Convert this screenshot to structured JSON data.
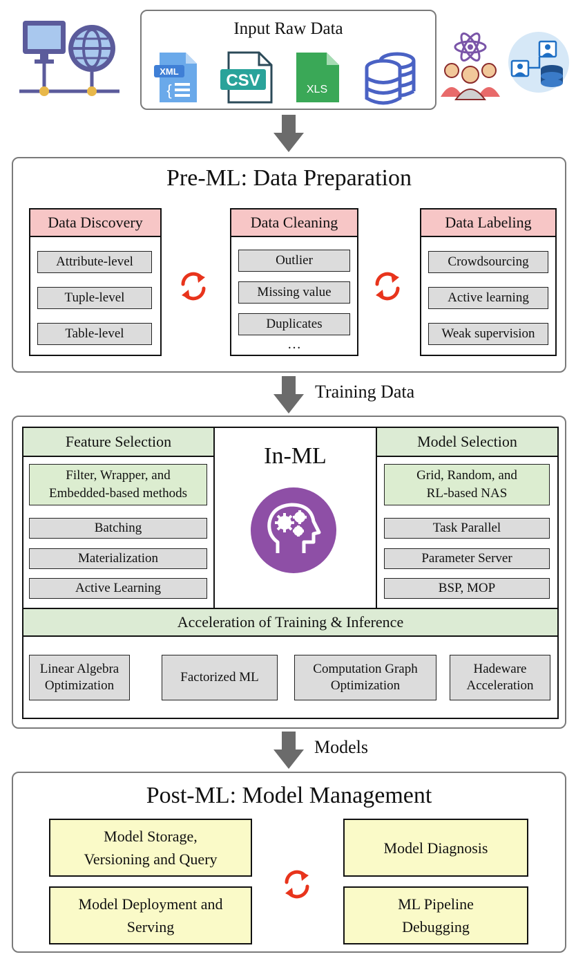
{
  "input": {
    "title": "Input Raw Data",
    "files": [
      {
        "name": "xml-file-icon",
        "label": "XML"
      },
      {
        "name": "csv-file-icon",
        "label": "CSV"
      },
      {
        "name": "xls-file-icon",
        "label": "XLS"
      },
      {
        "name": "database-icon",
        "label": ""
      }
    ]
  },
  "pre_ml": {
    "title": "Pre-ML: Data Preparation",
    "discovery": {
      "title": "Data Discovery",
      "items": [
        "Attribute-level",
        "Tuple-level",
        "Table-level"
      ]
    },
    "cleaning": {
      "title": "Data Cleaning",
      "items": [
        "Outlier",
        "Missing value",
        "Duplicates"
      ],
      "more": "…"
    },
    "labeling": {
      "title": "Data Labeling",
      "items": [
        "Crowdsourcing",
        "Active learning",
        "Weak supervision"
      ]
    }
  },
  "arrows": {
    "training_data": "Training Data",
    "models": "Models"
  },
  "in_ml": {
    "title": "In-ML",
    "feature": {
      "title": "Feature Selection",
      "methods": "Filter, Wrapper, and\nEmbedded-based methods",
      "items": [
        "Batching",
        "Materialization",
        "Active Learning"
      ]
    },
    "model": {
      "title": "Model Selection",
      "methods": "Grid, Random, and\nRL-based NAS",
      "items": [
        "Task Parallel",
        "Parameter Server",
        "BSP, MOP"
      ]
    },
    "acceleration": {
      "title": "Acceleration of Training & Inference",
      "items": [
        "Linear Algebra\nOptimization",
        "Factorized ML",
        "Computation Graph\nOptimization",
        "Hadeware\nAcceleration"
      ]
    }
  },
  "post_ml": {
    "title": "Post-ML: Model Management",
    "items": [
      "Model Storage,\nVersioning and Query",
      "Model Diagnosis",
      "Model Deployment and\nServing",
      "ML Pipeline\nDebugging"
    ]
  },
  "colors": {
    "red_header": "#f7c6c6",
    "green_header": "#dcebd4",
    "gray_pill": "#dcdcdc",
    "yellow_box": "#fafac8",
    "cycle_red": "#e8341c",
    "brain_purple": "#8e4fa6",
    "arrow_gray": "#6b6b6b"
  }
}
